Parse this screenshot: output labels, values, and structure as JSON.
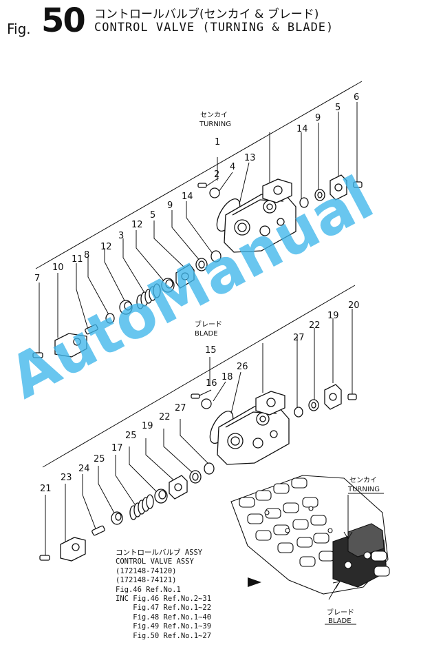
{
  "header": {
    "fig_prefix": "Fig.",
    "fig_number": "50",
    "title_jp": "コントロールバルブ(センカイ & ブレード)",
    "title_en": "CONTROL VALVE (TURNING & BLADE)"
  },
  "groups": {
    "turning_jp": "センカイ",
    "turning_en": "TURNING",
    "blade_jp": "ブレード",
    "blade_en": "BLADE"
  },
  "inset": {
    "turning_jp": "センカイ",
    "turning_en": "TURNING",
    "blade_jp": "ブレード",
    "blade_en": "BLADE"
  },
  "turning_refs": [
    "7",
    "10",
    "11",
    "8",
    "12",
    "3",
    "12",
    "5",
    "9",
    "14",
    "1",
    "2",
    "4",
    "13",
    "14",
    "9",
    "5",
    "6"
  ],
  "blade_refs": [
    "21",
    "23",
    "24",
    "25",
    "17",
    "25",
    "19",
    "22",
    "27",
    "15",
    "16",
    "18",
    "26",
    "27",
    "22",
    "19",
    "20"
  ],
  "assy_lines": [
    "コントロールバルブ ASSY",
    "CONTROL VALVE ASSY",
    "(172148-74120)",
    "(172148-74121)",
    "Fig.46 Ref.No.1",
    "INC Fig.46 Ref.No.2~31",
    "    Fig.47 Ref.No.1~22",
    "    Fig.48 Ref.No.1~40",
    "    Fig.49 Ref.No.1~39",
    "    Fig.50 Ref.No.1~27"
  ],
  "watermark": "AutoManual",
  "colors": {
    "watermark": "#3fb6ea",
    "ink": "#111111"
  }
}
